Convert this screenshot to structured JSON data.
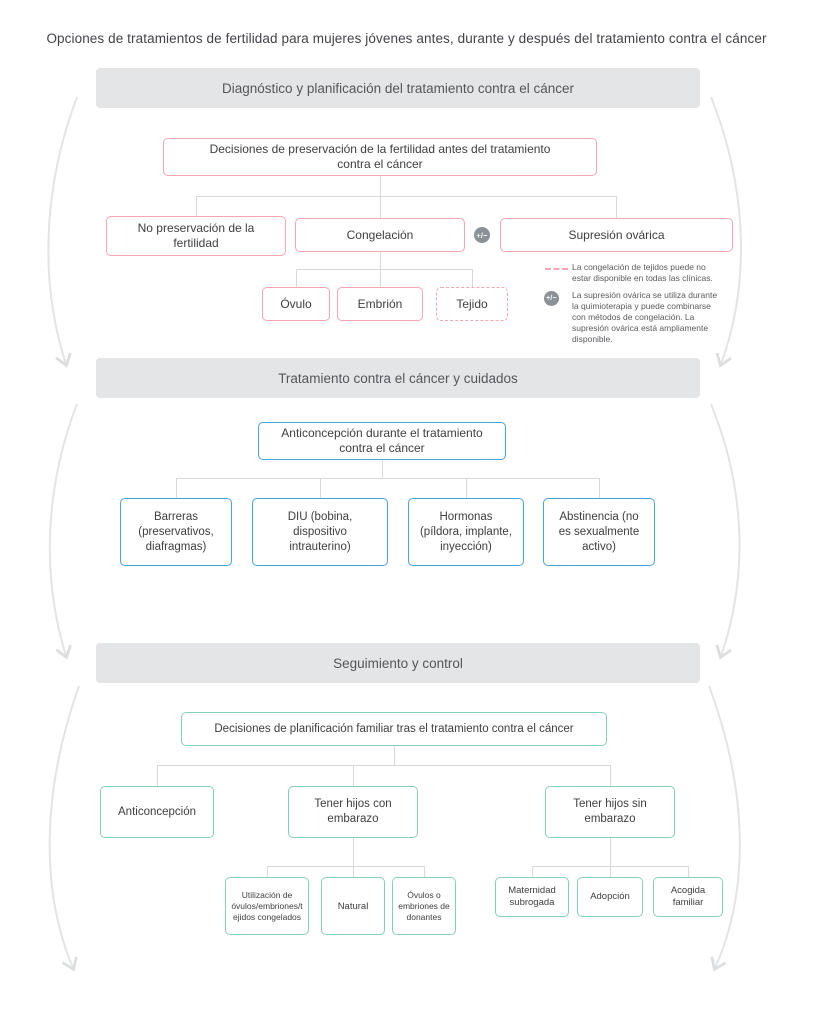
{
  "title": "Opciones de tratamientos de fertilidad para mujeres jóvenes antes, durante y después del tratamiento contra el cáncer",
  "colors": {
    "section_header_bg": "#e4e5e7",
    "pink_accent": "#f3a6b1",
    "blue_accent": "#46a5d8",
    "teal_accent": "#87cfba",
    "connector_gray": "#d8d9da",
    "arrow_gray": "#e3e4e5",
    "badge_gray": "#8b9197"
  },
  "s1": {
    "header": "Diagnóstico y planificación del tratamiento contra el cáncer",
    "parent": "Decisiones de preservación de la fertilidad antes del tratamiento contra el cáncer",
    "c1": "No preservación de la fertilidad",
    "c2": "Congelación",
    "c3": "Supresión ovárica",
    "badge": "+/−",
    "g1": "Óvulo",
    "g2": "Embrión",
    "g3": "Tejido",
    "legend1": "La congelación de tejidos puede no estar disponible en todas las clínicas.",
    "legend2": "La supresión ovárica se utiliza durante la quimioterapia y puede combinarse con métodos de congelación. La supresión ovárica está ampliamente disponible."
  },
  "s2": {
    "header": "Tratamiento contra el cáncer y cuidados",
    "parent": "Anticoncepción durante el tratamiento contra el cáncer",
    "c1": "Barreras (preservativos, diafragmas)",
    "c2": "DIU (bobina, dispositivo intrauterino)",
    "c3": "Hormonas (píldora, implante, inyección)",
    "c4": "Abstinencia (no es sexualmente activo)"
  },
  "s3": {
    "header": "Seguimiento y control",
    "parent": "Decisiones de planificación familiar tras el tratamiento contra el cáncer",
    "c1": "Anticoncepción",
    "c2": "Tener hijos con embarazo",
    "c3": "Tener hijos sin embarazo",
    "a1": "Utilización de óvulos/embriones/tejidos congelados",
    "a2": "Natural",
    "a3": "Óvulos o embriones de donantes",
    "b1": "Maternidad subrogada",
    "b2": "Adopción",
    "b3": "Acogida familiar"
  }
}
